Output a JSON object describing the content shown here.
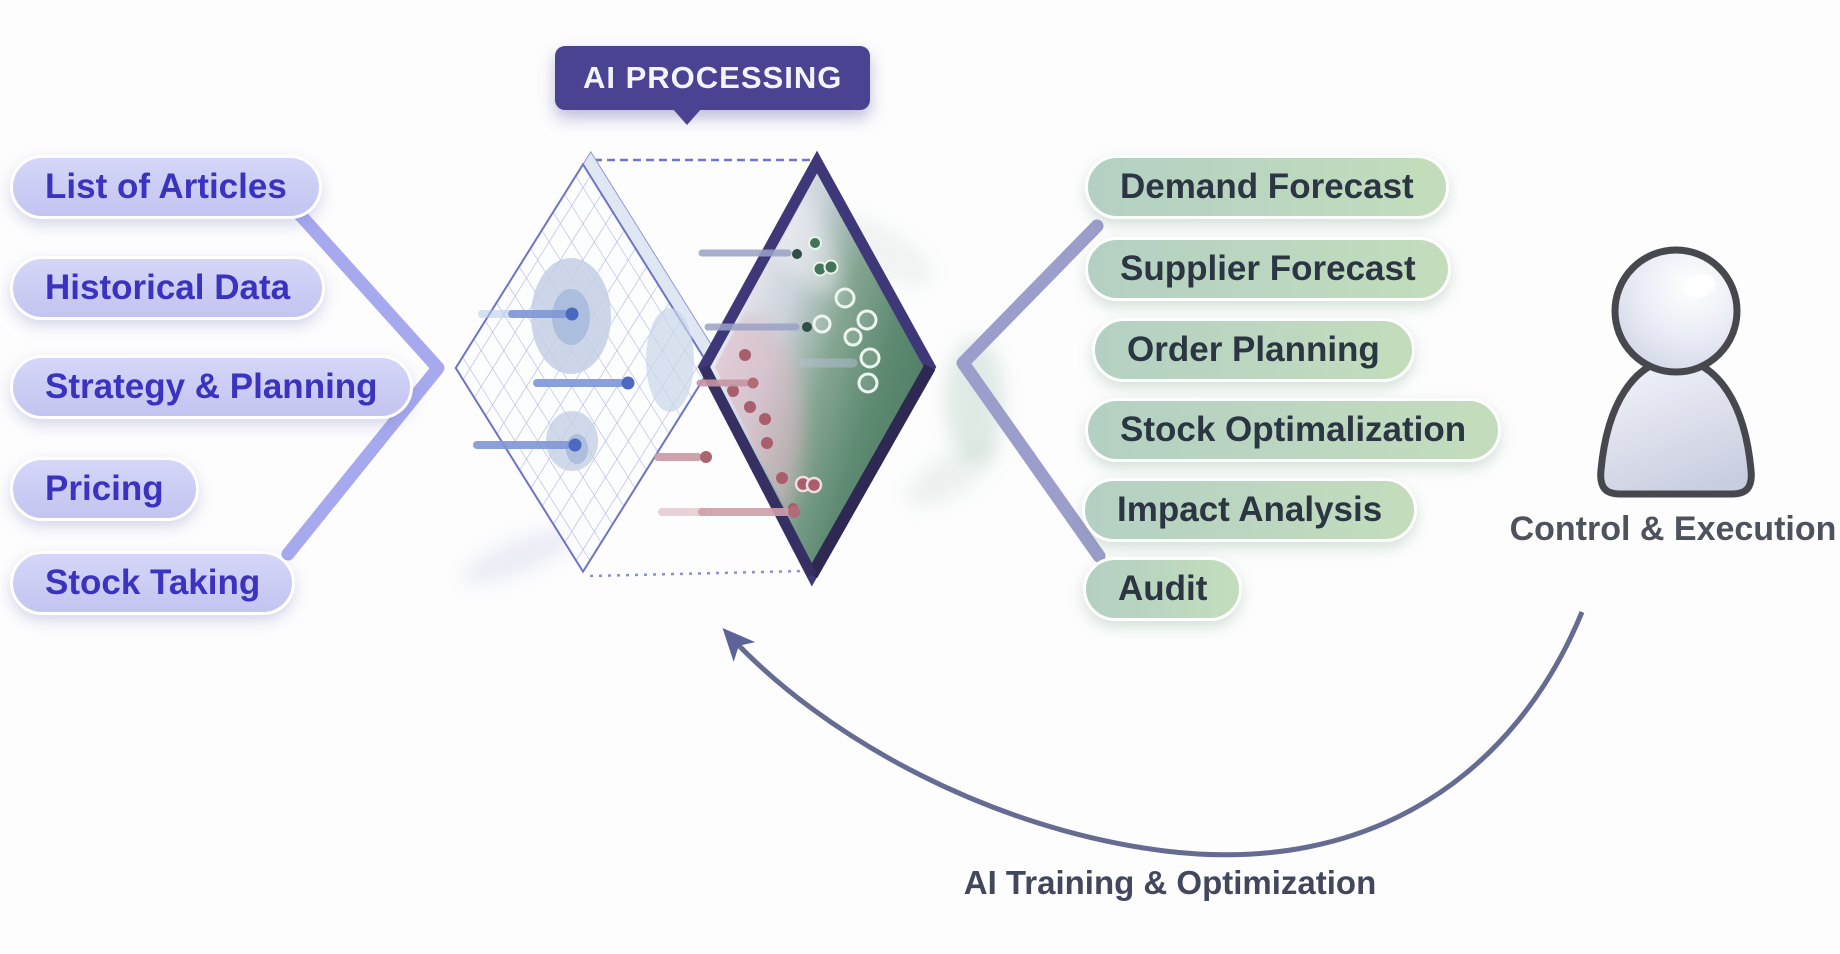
{
  "badge": {
    "label": "AI PROCESSING"
  },
  "inputs": [
    {
      "label": "List of Articles"
    },
    {
      "label": "Historical Data"
    },
    {
      "label": "Strategy & Planning"
    },
    {
      "label": "Pricing"
    },
    {
      "label": "Stock Taking"
    }
  ],
  "outputs": [
    {
      "label": "Demand Forecast"
    },
    {
      "label": "Supplier Forecast"
    },
    {
      "label": "Order Planning"
    },
    {
      "label": "Stock Optimalization"
    },
    {
      "label": "Impact Analysis"
    },
    {
      "label": "Audit"
    }
  ],
  "actor": {
    "label": "Control & Execution"
  },
  "feedback": {
    "label": "AI Training & Optimization"
  },
  "icons": {
    "person": "person-icon",
    "arrowhead": "arrowhead-icon",
    "badge_pointer": "pointer-down-icon"
  },
  "colors": {
    "input_pill_bg": "#c9caf3",
    "input_text": "#3a33c0",
    "output_pill_bg": "#bcd9bc",
    "output_text": "#2c3642",
    "badge_bg": "#4a4392",
    "badge_text": "#f3f3fc",
    "connector_left": "#a7a9ee",
    "connector_right": "#9b9dcb",
    "feedback_arc": "#666b92",
    "diamond_border": "#3e3878",
    "diamond_green": "#4f7c64"
  }
}
